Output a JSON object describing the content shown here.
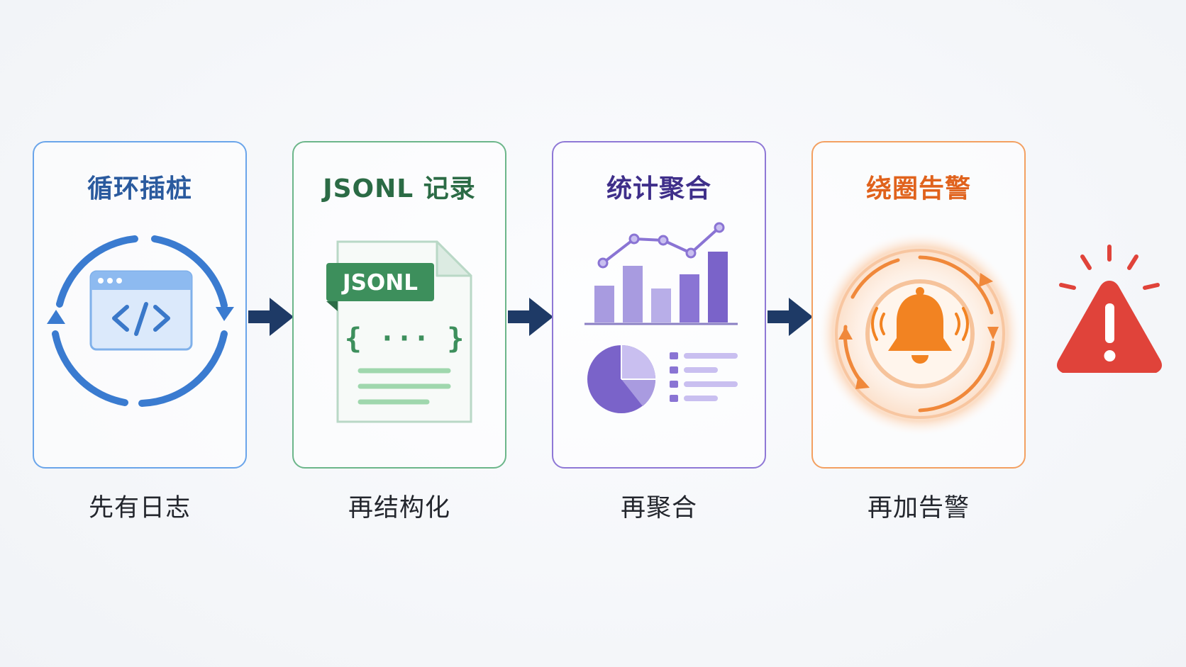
{
  "steps": [
    {
      "title": "循环插桩",
      "caption": "先有日志",
      "accent": "#2f6bc0",
      "icon": "code-loop-icon"
    },
    {
      "title": "JSONL 记录",
      "caption": "再结构化",
      "accent": "#2e7d4f",
      "icon": "jsonl-document-icon",
      "badge": "JSONL",
      "braces": "{ ··· }"
    },
    {
      "title": "统计聚合",
      "caption": "再聚合",
      "accent": "#4f3aa3",
      "icon": "chart-stats-icon"
    },
    {
      "title": "绕圈告警",
      "caption": "再加告警",
      "accent": "#e06a1f",
      "icon": "bell-cycle-icon"
    }
  ],
  "connector_icon": "right-arrow-icon",
  "final_icon": "warning-triangle-icon",
  "colors": {
    "blue": "#4a8fe0",
    "green": "#5aab78",
    "purple": "#7a63c9",
    "orange": "#f0883a",
    "arrow": "#1e3a66",
    "warning": "#e0433a"
  }
}
